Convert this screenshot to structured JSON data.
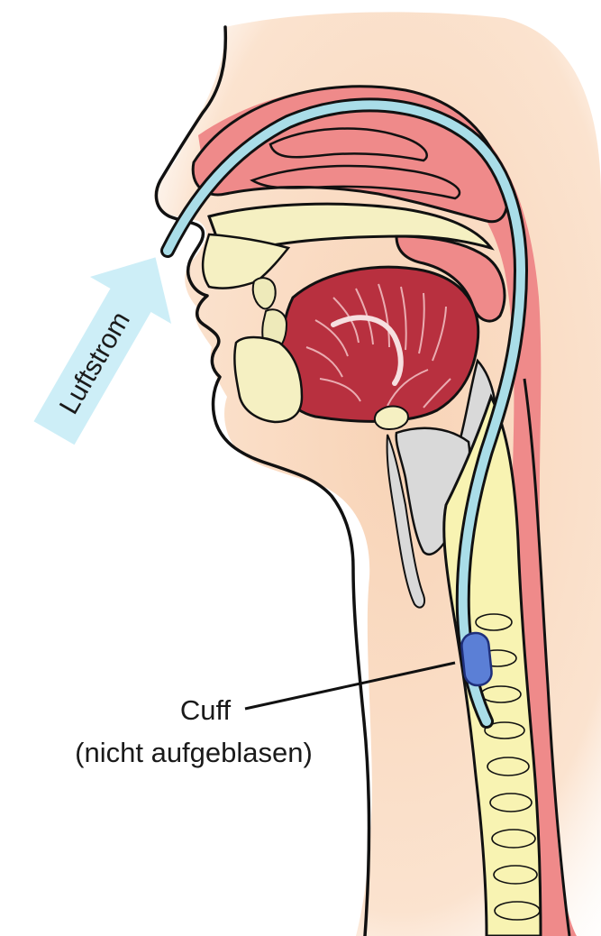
{
  "labels": {
    "airflow": "Luftstrom",
    "cuff_line1": "Cuff",
    "cuff_line2": "(nicht aufgeblasen)"
  },
  "colors": {
    "skin": "#fbe3cf",
    "skin_dark": "#f6d3b6",
    "mucosa": "#ef8a8a",
    "tongue": "#b8303f",
    "tongue_lines": "#f3c2c6",
    "bone": "#f5f0c2",
    "cartilage_grey": "#d9d9d9",
    "trachea": "#f8f3b2",
    "tube": "#a9dde8",
    "cuff": "#5b7fd6",
    "arrow": "#cdeef7",
    "outline": "#111111"
  }
}
